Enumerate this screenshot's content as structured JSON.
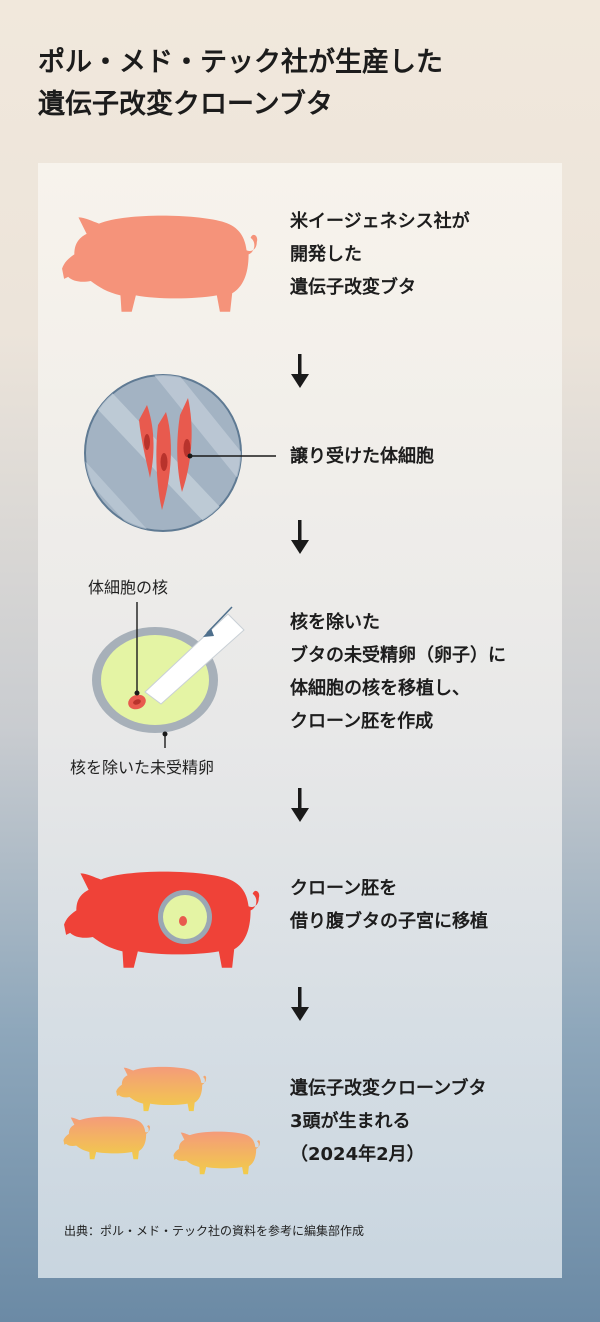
{
  "title": {
    "line1": "ポル・メド・テック社が生産した",
    "line2": "遺伝子改変クローンブタ"
  },
  "steps": [
    {
      "lines": [
        "米イージェネシス社が",
        "開発した",
        "遺伝子改変ブタ"
      ]
    },
    {
      "lines": [
        "譲り受けた体細胞"
      ]
    },
    {
      "lines": [
        "核を除いた",
        "ブタの未受精卵（卵子）に",
        "体細胞の核を移植し、",
        "クローン胚を作成"
      ]
    },
    {
      "lines": [
        "クローン胚を",
        "借り腹ブタの子宮に移植"
      ]
    },
    {
      "lines": [
        "遺伝子改変クローンブタ",
        "3頭が生まれる",
        "（2024年2月）"
      ]
    }
  ],
  "labels": {
    "nucleus": "体細胞の核",
    "egg": "核を除いた未受精卵"
  },
  "source": "出典：ポル・メド・テック社の資料を参考に編集部作成",
  "colors": {
    "pig_salmon": "#f5937a",
    "pig_red": "#ef4238",
    "pig_grad_top": "#f49b7a",
    "pig_grad_bottom": "#f2cc4a",
    "dish_blue": "#a3b3c3",
    "egg_green": "#e4f4a4",
    "cell_red": "#e85a4e"
  }
}
